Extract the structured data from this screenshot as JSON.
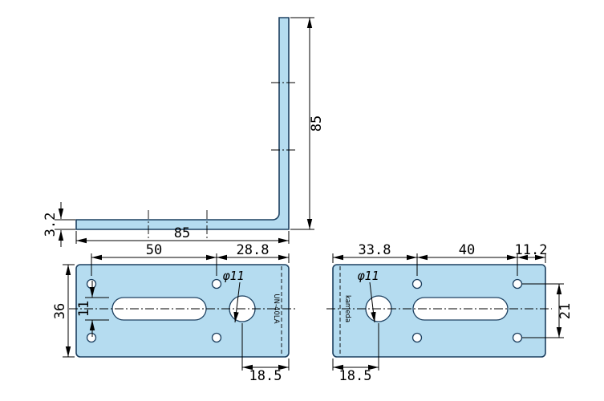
{
  "colors": {
    "part_fill": "#b5dcf0",
    "part_outline": "#1d4060",
    "line": "#000000"
  },
  "side_view": {
    "thickness": "3.2",
    "length_bottom": "85",
    "length_vertical": "85"
  },
  "left_view": {
    "dim_hole_pitch": "50",
    "dim_right_offset": "28.8",
    "dim_width": "36",
    "dim_slot_width": "11",
    "dim_hole_dia": "φ11",
    "dim_hole_offset": "18.5",
    "stamp": "UN-40LA"
  },
  "right_view": {
    "dim_left_offset": "33.8",
    "dim_hole_pitch": "40",
    "dim_right_offset": "11.2",
    "dim_vertical_pitch": "21",
    "dim_hole_dia": "φ11",
    "dim_hole_offset": "18.5",
    "stamp": "kameda"
  }
}
